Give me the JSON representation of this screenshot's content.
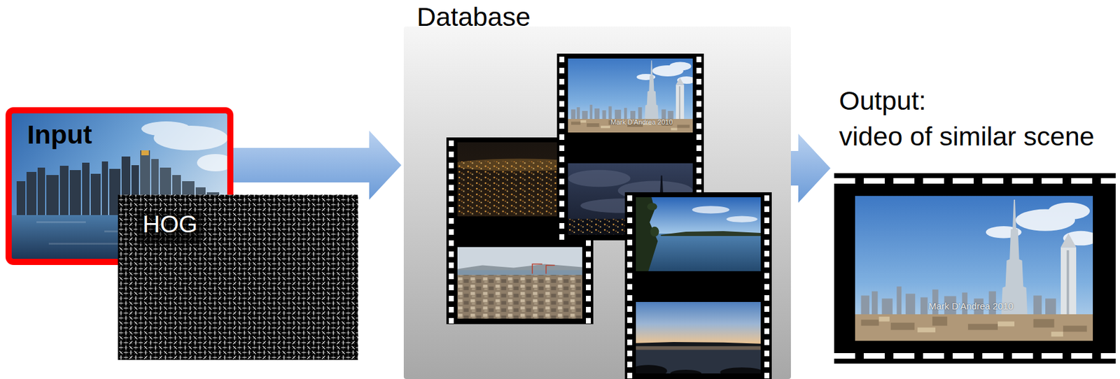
{
  "diagram": {
    "nodes": [
      {
        "text": [
          "Input"
        ]
      },
      {
        "text": [
          "HOG"
        ]
      },
      {
        "text": [
          "Database"
        ]
      },
      {
        "text": [
          "Output:",
          "video of similar scene"
        ]
      }
    ],
    "edges": [
      {
        "from": 0,
        "to": 2,
        "arrow": "to"
      },
      {
        "from": 2,
        "to": 3,
        "arrow": "to"
      }
    ],
    "labels": [
      "Mark D'Andrea 2010",
      "Mark D'Andrea 2010"
    ]
  }
}
